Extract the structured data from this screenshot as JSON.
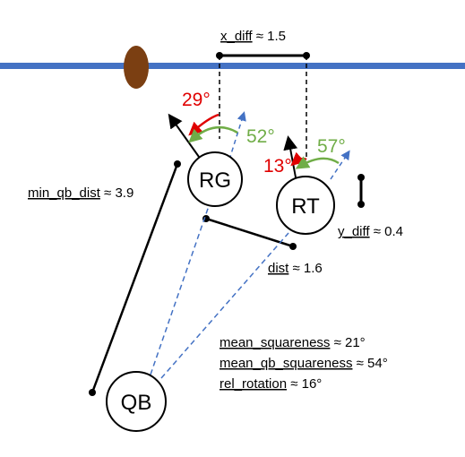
{
  "players": {
    "rg": "RG",
    "rt": "RT",
    "qb": "QB"
  },
  "angles": {
    "rg_red": "29°",
    "rg_green": "52°",
    "rt_red": "13°",
    "rt_green": "57°"
  },
  "metrics": {
    "x_diff": {
      "name": "x_diff",
      "value": " ≈ 1.5"
    },
    "y_diff": {
      "name": "y_diff",
      "value": " ≈ 0.4"
    },
    "min_qb_dist": {
      "name": "min_qb_dist",
      "value": " ≈ 3.9"
    },
    "dist": {
      "name": "dist",
      "value": " ≈ 1.6"
    },
    "mean_squareness": {
      "name": "mean_squareness",
      "value": " ≈ 21°"
    },
    "mean_qb_squareness": {
      "name": "mean_qb_squareness",
      "value": " ≈ 54°"
    },
    "rel_rotation": {
      "name": "rel_rotation",
      "value": " ≈ 16°"
    }
  },
  "colors": {
    "line_of_scrimmage": "#4472c4",
    "football": "#7b3f12",
    "angle_red": "#e00000",
    "angle_green": "#70ad47",
    "dashed": "#4472c4",
    "text": "#000000"
  }
}
